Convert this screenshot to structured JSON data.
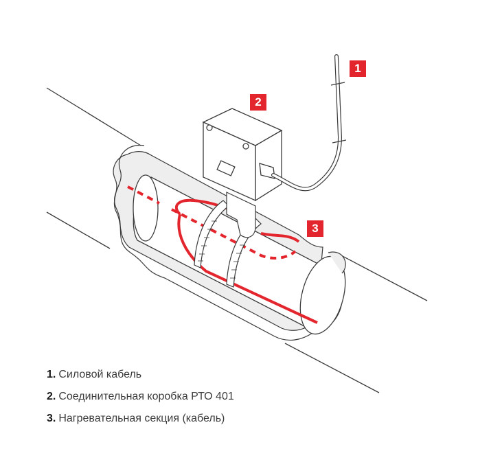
{
  "callouts": [
    {
      "number": "1"
    },
    {
      "number": "2"
    },
    {
      "number": "3"
    }
  ],
  "legend": [
    {
      "number": "1.",
      "text": "Силовой кабель"
    },
    {
      "number": "2.",
      "text": "Соединительная коробка РТО 401"
    },
    {
      "number": "3.",
      "text": "Нагревательная секция (кабель)"
    }
  ],
  "colors": {
    "accent": "#e3262d",
    "line": "#3a3a3a",
    "fill": "#ffffff",
    "insulation": "#eeeeee"
  }
}
